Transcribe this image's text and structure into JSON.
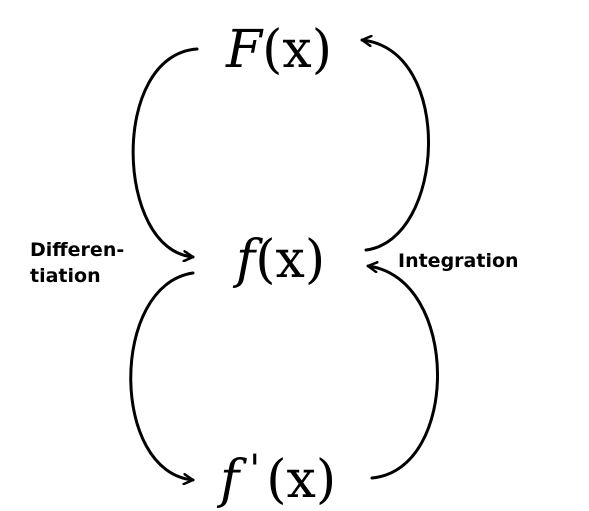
{
  "nodes": {
    "top": {
      "fn": "F",
      "arg": "(x)"
    },
    "middle": {
      "fn": "f",
      "arg": "(x)"
    },
    "bottom": {
      "fn": "f",
      "prime": "'",
      "arg": "(x)"
    }
  },
  "labels": {
    "differentiation_line1": "Differen-",
    "differentiation_line2": "tiation",
    "integration": "Integration"
  },
  "colors": {
    "background": "#ffffff",
    "ink": "#000000"
  }
}
